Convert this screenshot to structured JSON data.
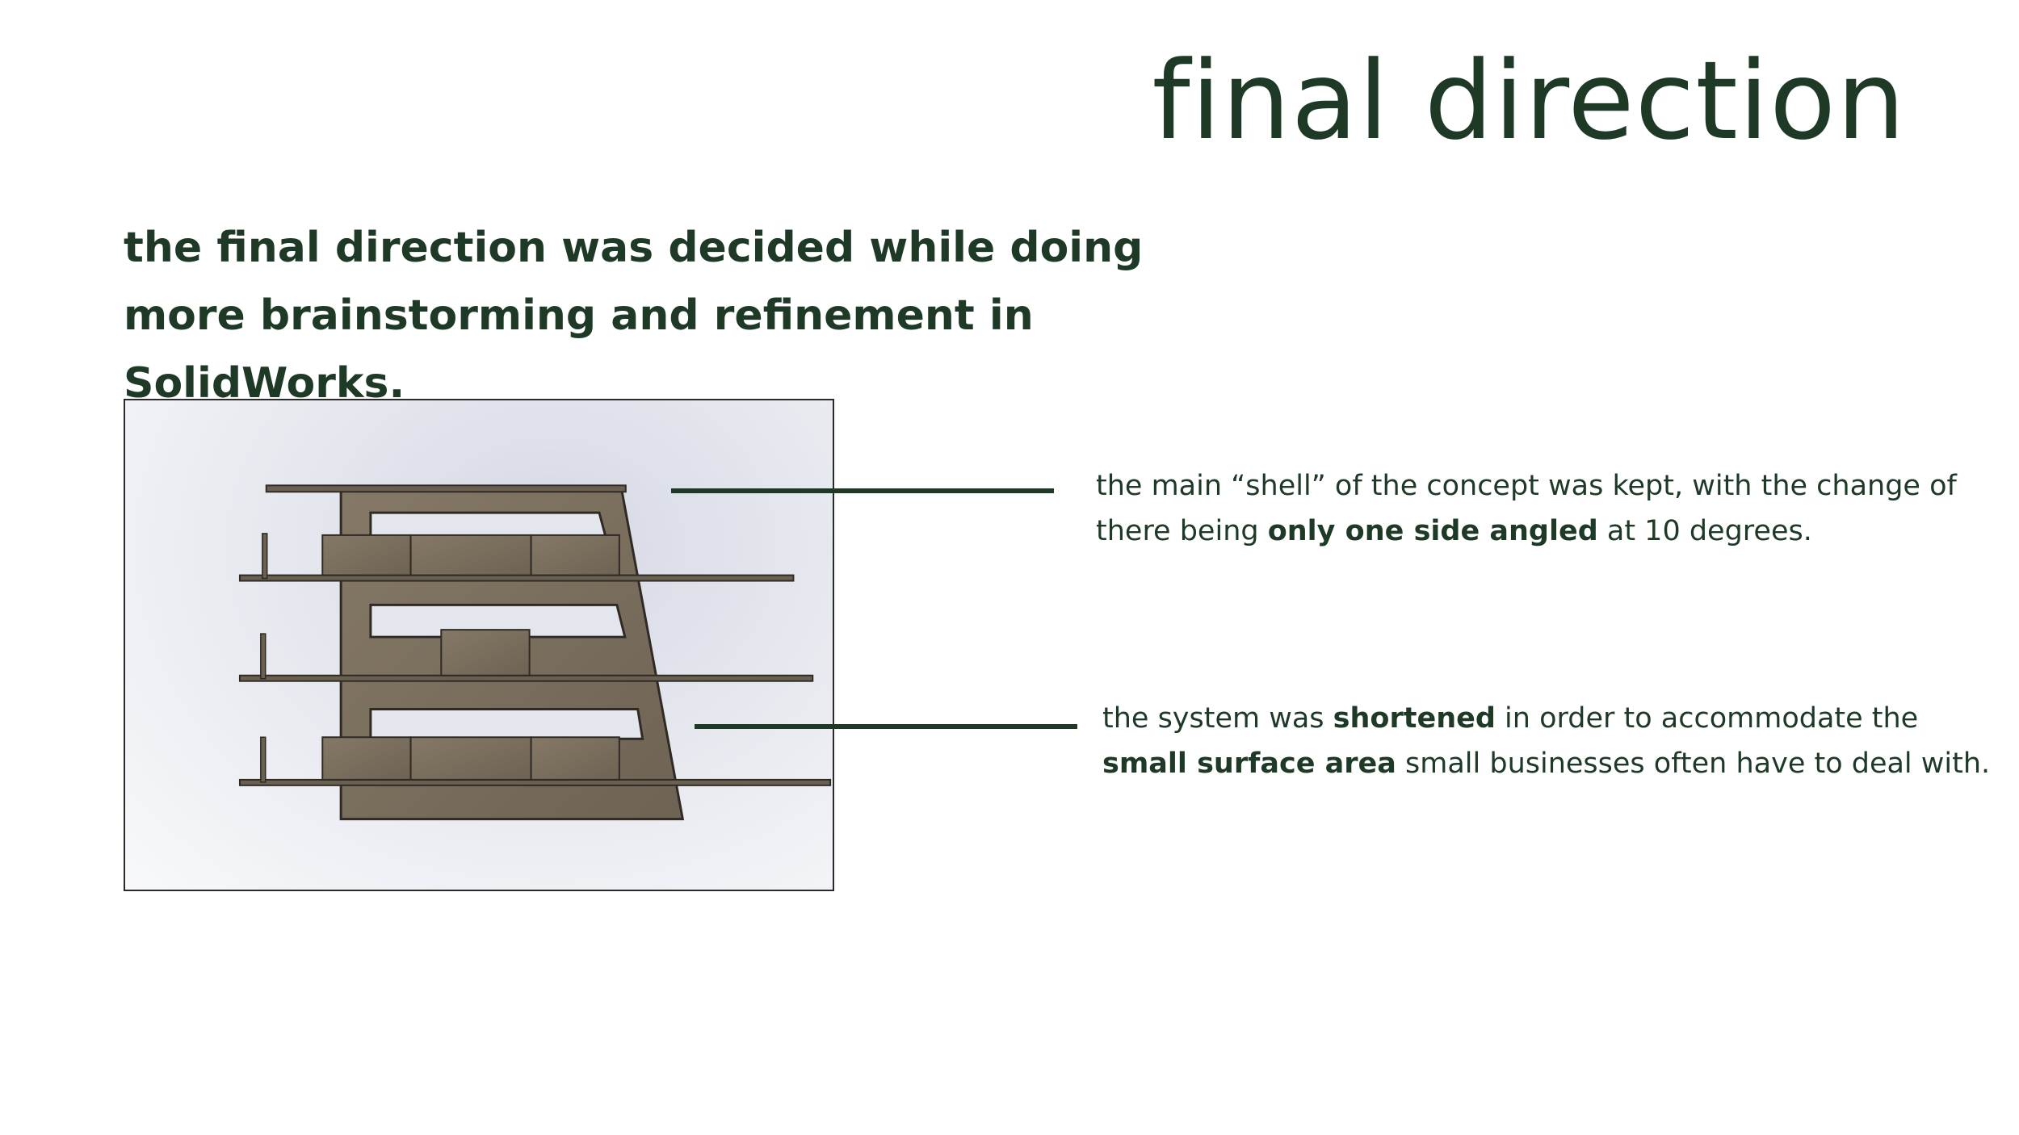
{
  "slide": {
    "title": "final direction",
    "intro": "the final direction was decided while doing more brainstorming and refinement in SolidWorks.",
    "notes": [
      {
        "line1_a": "the main “shell” of the concept was kept, with the change of",
        "line2_a": "there being ",
        "line2_bold": "only one side angled",
        "line2_b": " at 10 degrees."
      },
      {
        "line1_a": "the system was ",
        "line1_bold": "shortened",
        "line1_b": " in order to accommodate the",
        "line2_bold": "small surface area",
        "line2_b": " small businesses often have to deal with."
      }
    ]
  },
  "colors": {
    "text": "#1e3a27",
    "model_wood": "#7a6e5e",
    "model_edge": "#2f2a24",
    "render_bg": "#e6e8ef"
  }
}
